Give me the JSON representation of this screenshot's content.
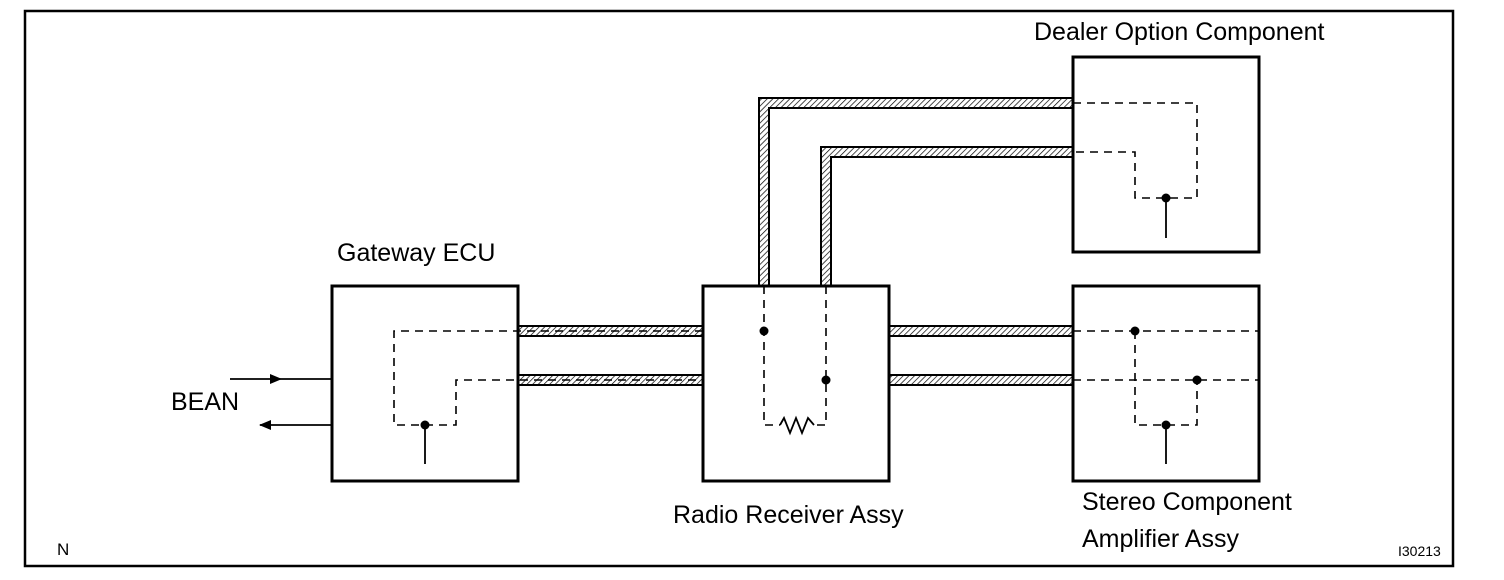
{
  "labels": {
    "dealer_option": "Dealer Option Component",
    "gateway": "Gateway ECU",
    "bean": "BEAN",
    "radio": "Radio Receiver Assy",
    "stereo_line1": "Stereo Component",
    "stereo_line2": "Amplifier Assy",
    "corner_letter": "N",
    "figure_id": "I30213"
  }
}
